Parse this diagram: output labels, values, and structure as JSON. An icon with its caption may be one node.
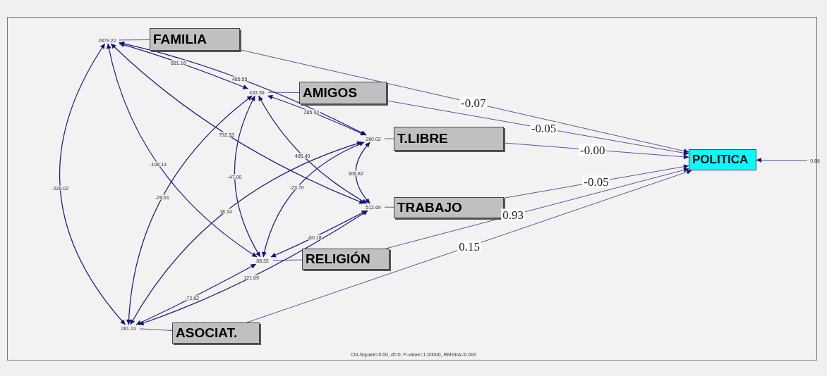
{
  "diagram": {
    "nodes": [
      {
        "text": [
          "FAMILIA"
        ]
      },
      {
        "text": [
          "AMIGOS"
        ]
      },
      {
        "text": [
          "T.LIBRE"
        ]
      },
      {
        "text": [
          "TRABAJO"
        ]
      },
      {
        "text": [
          "RELIGIÓN"
        ]
      },
      {
        "text": [
          "ASOCIAT."
        ]
      },
      {
        "text": [
          "POLITICA"
        ]
      },
      {
        "text": [
          "2879.22"
        ]
      },
      {
        "text": [
          "433.36"
        ]
      },
      {
        "text": [
          "260.02"
        ]
      },
      {
        "text": [
          "512.69"
        ]
      },
      {
        "text": [
          "88.33"
        ]
      },
      {
        "text": [
          "281.13"
        ]
      },
      {
        "text": [
          "0.86"
        ]
      }
    ],
    "edges": [
      {
        "from": 7,
        "to": 0,
        "arrow": "none"
      },
      {
        "from": 8,
        "to": 1,
        "arrow": "none"
      },
      {
        "from": 9,
        "to": 2,
        "arrow": "none"
      },
      {
        "from": 10,
        "to": 3,
        "arrow": "none"
      },
      {
        "from": 11,
        "to": 4,
        "arrow": "none"
      },
      {
        "from": 12,
        "to": 5,
        "arrow": "none"
      },
      {
        "from": 7,
        "to": 8,
        "arrow": "both",
        "label": "681.16"
      },
      {
        "from": 7,
        "to": 9,
        "arrow": "both",
        "label": "485.55"
      },
      {
        "from": 7,
        "to": 10,
        "arrow": "both",
        "label": "792.33"
      },
      {
        "from": 7,
        "to": 11,
        "arrow": "both",
        "label": "-108.13"
      },
      {
        "from": 7,
        "to": 12,
        "arrow": "both",
        "label": "-228.02"
      },
      {
        "from": 8,
        "to": 9,
        "arrow": "both",
        "label": "285.92"
      },
      {
        "from": 8,
        "to": 10,
        "arrow": "both",
        "label": "485.40"
      },
      {
        "from": 8,
        "to": 11,
        "arrow": "both",
        "label": "-47.00"
      },
      {
        "from": 8,
        "to": 12,
        "arrow": "both",
        "label": "-29.61"
      },
      {
        "from": 9,
        "to": 10,
        "arrow": "both",
        "label": "306.82"
      },
      {
        "from": 9,
        "to": 11,
        "arrow": "both",
        "label": "-23.70"
      },
      {
        "from": 9,
        "to": 12,
        "arrow": "both",
        "label": "18.14"
      },
      {
        "from": 10,
        "to": 11,
        "arrow": "both",
        "label": "-60.18"
      },
      {
        "from": 10,
        "to": 12,
        "arrow": "both",
        "label": "121.69"
      },
      {
        "from": 11,
        "to": 12,
        "arrow": "both",
        "label": "-72.62"
      },
      {
        "from": 0,
        "to": 6,
        "arrow": "to",
        "label": "-0.07"
      },
      {
        "from": 1,
        "to": 6,
        "arrow": "to",
        "label": "-0.05"
      },
      {
        "from": 2,
        "to": 6,
        "arrow": "to",
        "label": "-0.00"
      },
      {
        "from": 3,
        "to": 6,
        "arrow": "to",
        "label": "-0.05"
      },
      {
        "from": 4,
        "to": 6,
        "arrow": "to",
        "label": "0.93"
      },
      {
        "from": 5,
        "to": 6,
        "arrow": "to",
        "label": "0.15"
      },
      {
        "from": 13,
        "to": 6,
        "arrow": "to"
      }
    ],
    "labels": [
      "Chi-Square=0.00, df=0, P-value=1.00000, RMSEA=0.000"
    ]
  }
}
